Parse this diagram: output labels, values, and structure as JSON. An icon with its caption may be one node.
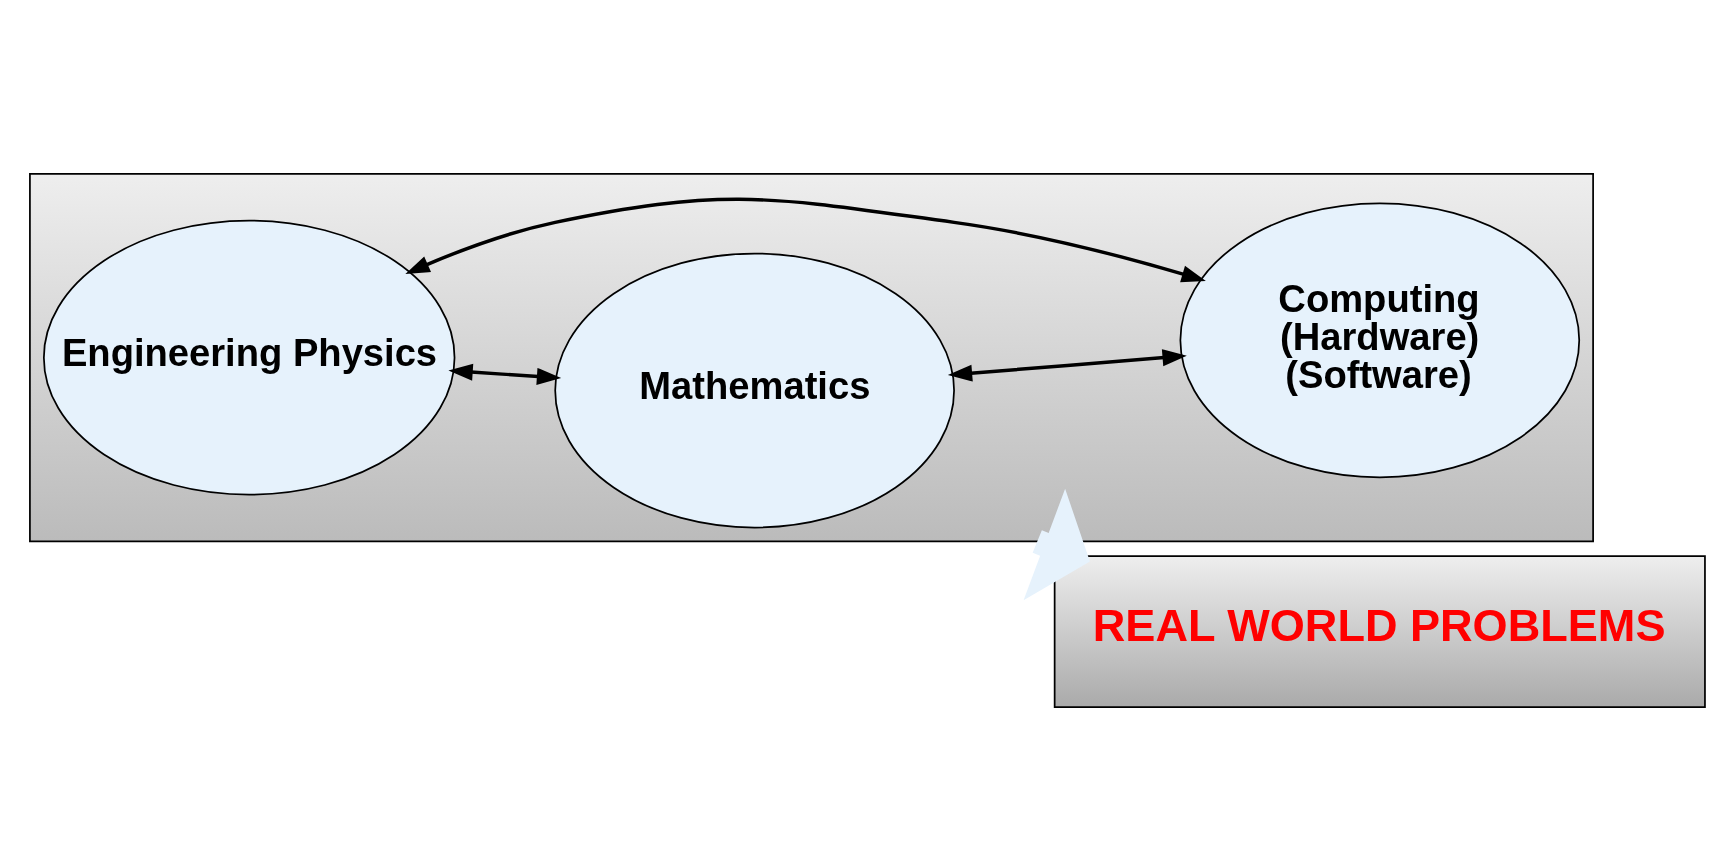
{
  "diagram": {
    "nodes": [
      {
        "text": [],
        "shape": "box"
      },
      {
        "text": [
          "Engineering Physics"
        ],
        "in": 0
      },
      {
        "text": [
          "Mathematics"
        ],
        "in": 0
      },
      {
        "text": [
          "Computing",
          "(Hardware)",
          "(Software)"
        ],
        "in": 0
      },
      {
        "text": [
          "REAL WORLD PROBLEMS"
        ]
      }
    ],
    "edges": [
      {
        "from": 1,
        "to": 2,
        "arrow": "both"
      },
      {
        "from": 1,
        "to": 3,
        "arrow": "both"
      },
      {
        "from": 2,
        "to": 3,
        "arrow": "both"
      },
      {
        "from": 0,
        "to": 4,
        "arrow": "to",
        "style": "thick",
        "color": "#e6f2fc"
      }
    ]
  }
}
